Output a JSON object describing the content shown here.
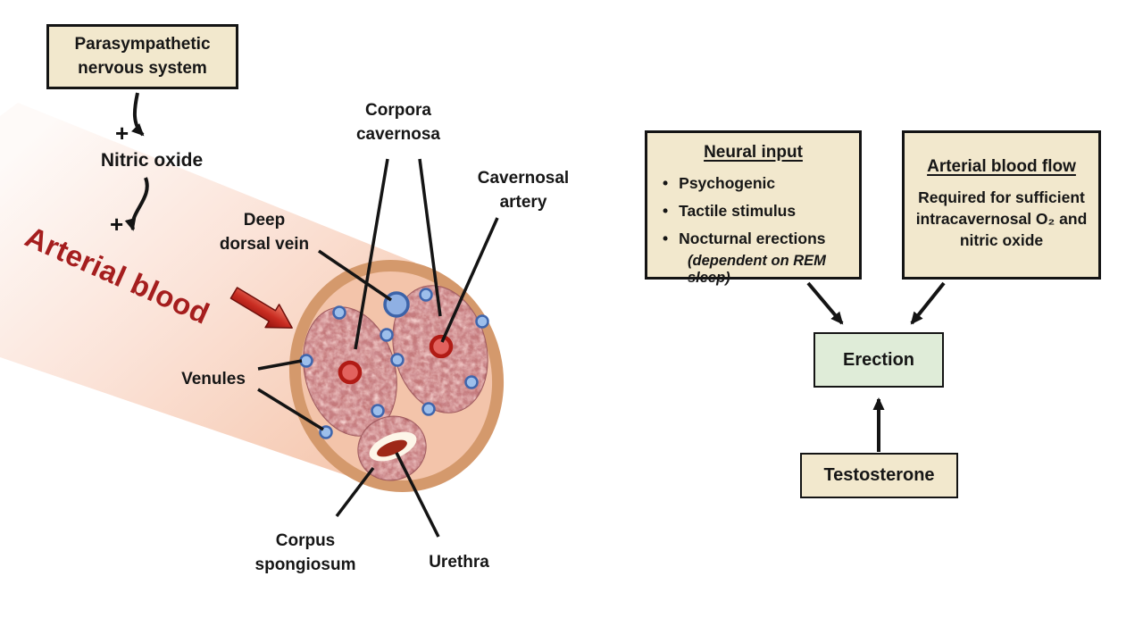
{
  "left_flow": {
    "parasympathetic_box": "Parasympathetic\nnervous system",
    "plus_1": "+",
    "nitric_oxide": "Nitric oxide",
    "plus_2": "+",
    "arterial_blood": "Arterial blood"
  },
  "anatomy_labels": {
    "corpora_cavernosa": "Corpora\ncavernosa",
    "cavernosal_artery": "Cavernosal\nartery",
    "deep_dorsal_vein": "Deep\ndorsal vein",
    "venules": "Venules",
    "corpus_spongiosum": "Corpus\nspongiosum",
    "urethra": "Urethra"
  },
  "right_flow": {
    "neural_input": {
      "title": "Neural input",
      "bullet_glyph": "•",
      "bullets": [
        "Psychogenic",
        "Tactile stimulus",
        "Nocturnal erections"
      ],
      "bullet_note": "(dependent on REM sleep)"
    },
    "arterial_blood_flow": {
      "title": "Arterial blood flow",
      "body": "Required for sufficient\nintracavernosal O₂ and\nnitric oxide"
    },
    "erection_box": "Erection",
    "testosterone_box": "Testosterone"
  },
  "colors": {
    "box_cream": "#f2e8cd",
    "erection_green": "#dfecd8",
    "accent_red_text": "#a51e1e",
    "artery_ring_red": "#b11b15",
    "artery_fill": "#e2625e",
    "vein_blue_fill": "#9dbfeb",
    "vein_blue_stroke": "#3f66ad",
    "tissue_pink": "#c27576",
    "skin_ring_tan": "#d4996c",
    "skin_inner": "#f3c4aa",
    "beam_peach": "#f5c5ab",
    "urethra_inner": "#9e2818",
    "line_black": "#141414"
  }
}
